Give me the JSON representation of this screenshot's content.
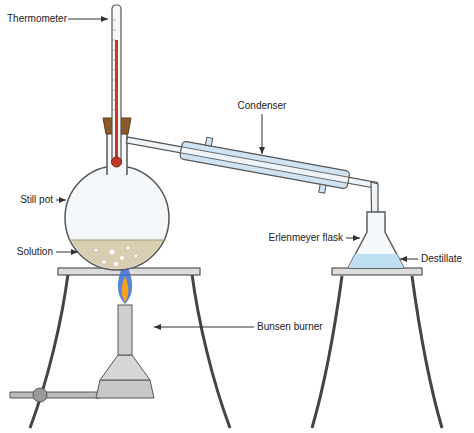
{
  "diagram": {
    "labels": [
      "Thermometer",
      "Condenser",
      "Still pot",
      "Solution",
      "Erlenmeyer flask",
      "Destillate",
      "Bunsen burner"
    ]
  }
}
